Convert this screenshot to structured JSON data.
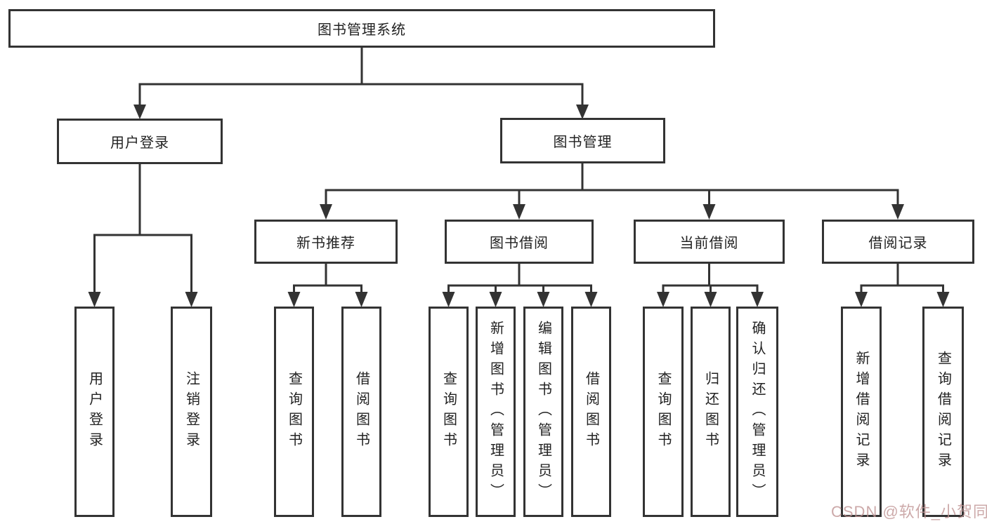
{
  "nodes": {
    "root": "图书管理系统",
    "l2_user_login": "用户登录",
    "l2_book_mgmt": "图书管理",
    "l3_new_book": "新书推荐",
    "l3_book_borrow": "图书借阅",
    "l3_current_borrow": "当前借阅",
    "l3_borrow_record": "借阅记录",
    "leaf_user_login": "用户登录",
    "leaf_logout": "注销登录",
    "leaf_nb_query": "查询图书",
    "leaf_nb_borrow": "借阅图书",
    "leaf_bb_query": "查询图书",
    "leaf_bb_add": "新增图书（管理员）",
    "leaf_bb_edit": "编辑图书（管理员）",
    "leaf_bb_borrow": "借阅图书",
    "leaf_cb_query": "查询图书",
    "leaf_cb_return": "归还图书",
    "leaf_cb_confirm": "确认归还（管理员）",
    "leaf_br_add": "新增借阅记录",
    "leaf_br_query": "查询借阅记录"
  },
  "hierarchy": {
    "图书管理系统": {
      "用户登录": [
        "用户登录",
        "注销登录"
      ],
      "图书管理": {
        "新书推荐": [
          "查询图书",
          "借阅图书"
        ],
        "图书借阅": [
          "查询图书",
          "新增图书（管理员）",
          "编辑图书（管理员）",
          "借阅图书"
        ],
        "当前借阅": [
          "查询图书",
          "归还图书",
          "确认归还（管理员）"
        ],
        "借阅记录": [
          "新增借阅记录",
          "查询借阅记录"
        ]
      }
    }
  },
  "watermark": "CSDN @软件_小贺同学",
  "colors": {
    "line": "#333333",
    "text": "#222222",
    "box_fill": "#ffffff",
    "background": "#ffffff",
    "watermark": "#be9191"
  }
}
